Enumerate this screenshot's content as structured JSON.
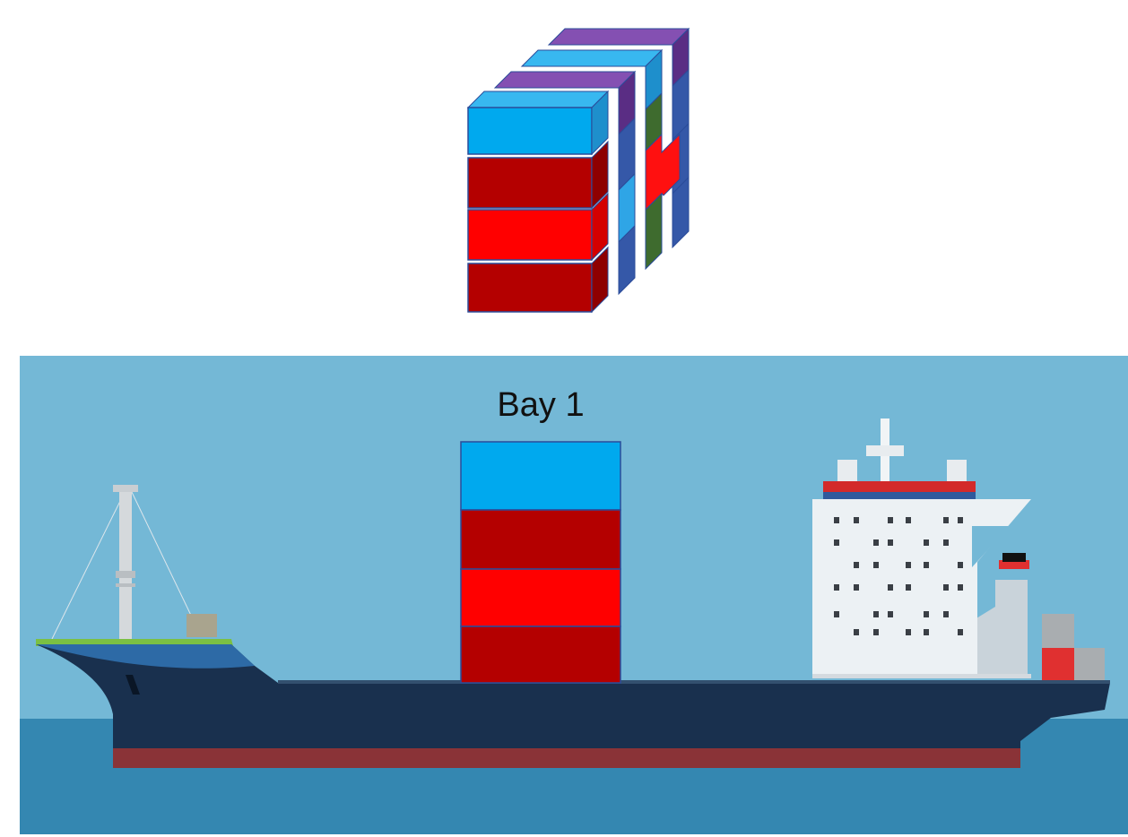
{
  "bay": {
    "label": "Bay 1",
    "stack_bottom_to_top": [
      "dark-red",
      "red",
      "dark-red",
      "light-blue"
    ]
  },
  "colors": {
    "light_blue": "#00A9EE",
    "light_blue_top": "#38B8F0",
    "red": "#FF0000",
    "dark_red": "#B40000",
    "purple": "#7E4BAA",
    "blue": "#2E5AA6",
    "green": "#3E6B2E",
    "outline": "#2B4C9A",
    "sky": "#74B8D6",
    "sea": "#3487B1",
    "hull": "#19304E",
    "hull_stripe": "#8A3337",
    "deck_green": "#7BC043"
  }
}
